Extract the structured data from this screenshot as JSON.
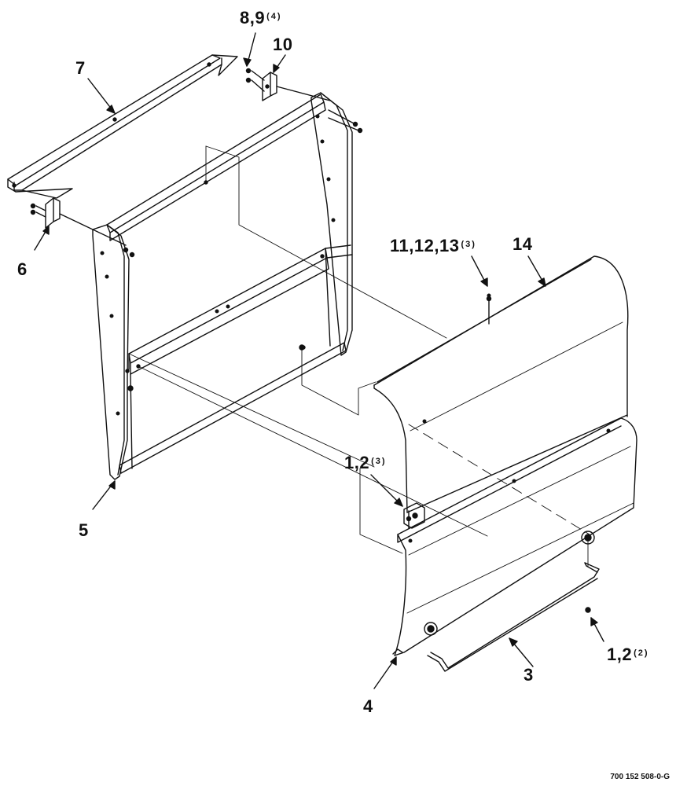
{
  "callouts": [
    {
      "id": "8-9",
      "label": "8,9",
      "qty": "(4)"
    },
    {
      "id": "10",
      "label": "10",
      "qty": ""
    },
    {
      "id": "7",
      "label": "7",
      "qty": ""
    },
    {
      "id": "6",
      "label": "6",
      "qty": ""
    },
    {
      "id": "11-13",
      "label": "11,12,13",
      "qty": "(3)"
    },
    {
      "id": "14",
      "label": "14",
      "qty": ""
    },
    {
      "id": "1-2-top",
      "label": "1,2",
      "qty": "(3)"
    },
    {
      "id": "5",
      "label": "5",
      "qty": ""
    },
    {
      "id": "1-2-bottom",
      "label": "1,2",
      "qty": "(2)"
    },
    {
      "id": "3",
      "label": "3",
      "qty": ""
    },
    {
      "id": "4",
      "label": "4",
      "qty": ""
    }
  ],
  "figure_code": "700 152 508-0-G",
  "colors": {
    "line": "#111111",
    "paper": "#ffffff"
  }
}
